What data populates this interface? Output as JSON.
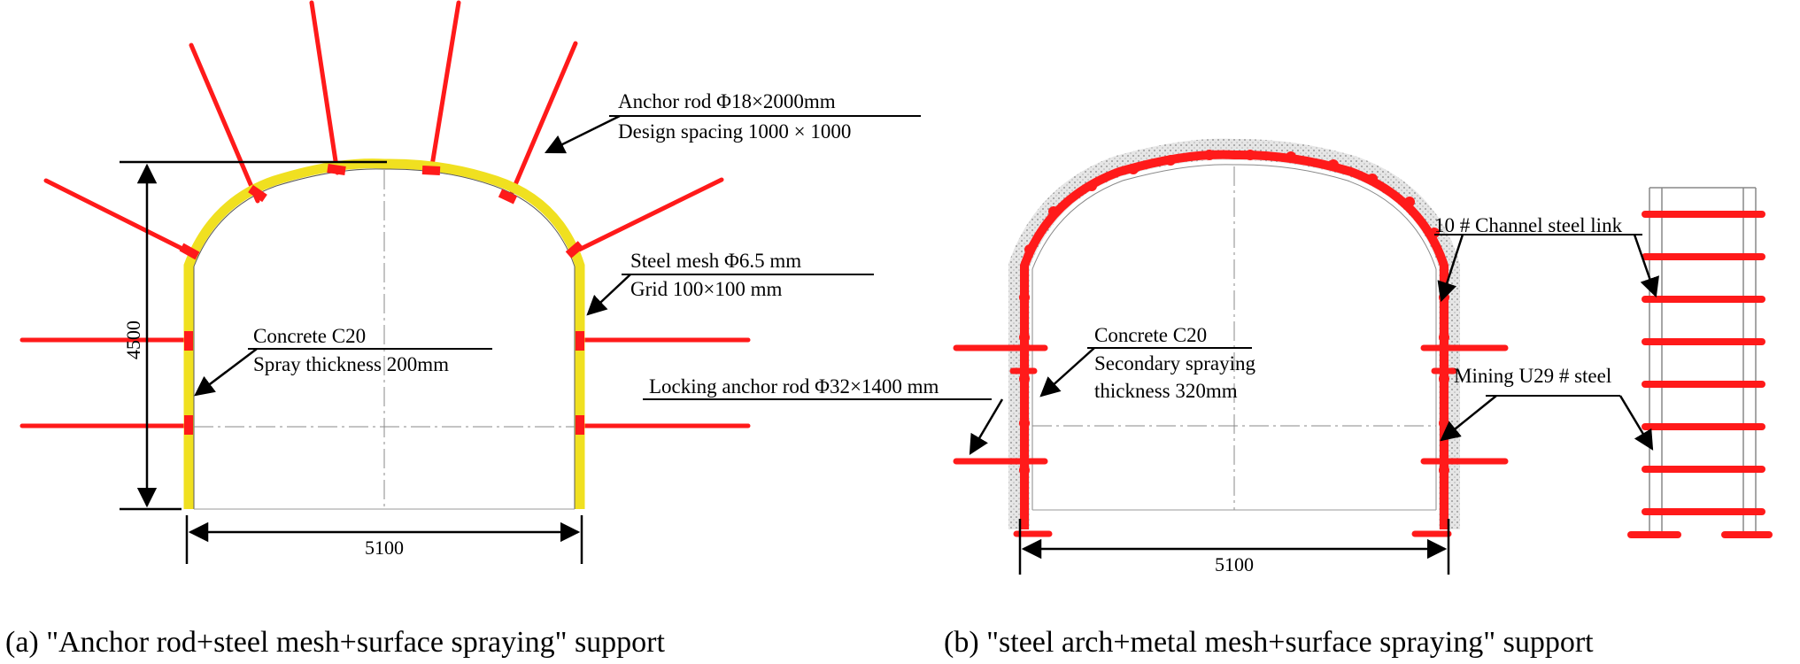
{
  "panel_a": {
    "anchor_rod": {
      "line1": "Anchor rod  Φ18×2000mm",
      "line2": "Design spacing 1000 × 1000"
    },
    "steel_mesh": {
      "line1": "Steel mesh  Φ6.5 mm",
      "line2": "Grid 100×100 mm"
    },
    "concrete": {
      "line1": "Concrete C20",
      "line2": "Spray thickness 200mm"
    },
    "locking_anchor": "Locking anchor rod  Φ32×1400 mm",
    "height_dim": "4500",
    "width_dim": "5100",
    "caption": "(a) \"Anchor rod+steel mesh+surface spraying\" support"
  },
  "panel_b": {
    "channel_link": "10 # Channel steel link",
    "concrete": {
      "line1": "Concrete C20",
      "line2": "Secondary spraying",
      "line3": "thickness 320mm"
    },
    "mining_steel": "Mining U29 # steel",
    "width_dim": "5100",
    "caption": "(b) \"steel arch+metal mesh+surface spraying\" support"
  },
  "colors": {
    "rod_red": "#ff1a1a",
    "concrete_yellow": "#f0e020",
    "spray_gray": "#c8c8c8",
    "line": "#000000"
  }
}
